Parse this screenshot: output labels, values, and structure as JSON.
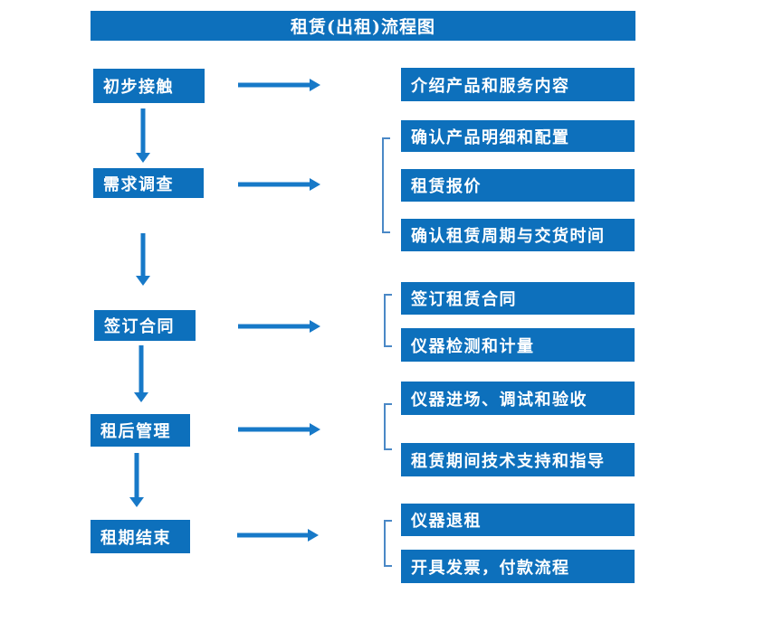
{
  "title": "租赁(出租)流程图",
  "colors": {
    "box": "#0d70bc",
    "arrow": "#1779c8",
    "bracket": "#4a88c6",
    "text": "#ffffff",
    "background": "#ffffff"
  },
  "stages": [
    {
      "label": "初步接触"
    },
    {
      "label": "需求调查"
    },
    {
      "label": "签订合同"
    },
    {
      "label": "租后管理"
    },
    {
      "label": "租期结束"
    }
  ],
  "details": [
    {
      "items": [
        "介绍产品和服务内容"
      ]
    },
    {
      "items": [
        "确认产品明细和配置",
        "租赁报价",
        "确认租赁周期与交货时间"
      ]
    },
    {
      "items": [
        "签订租赁合同",
        "仪器检测和计量"
      ]
    },
    {
      "items": [
        "仪器进场、调试和验收",
        "租赁期间技术支持和指导"
      ]
    },
    {
      "items": [
        "仪器退租",
        "开具发票，付款流程"
      ]
    }
  ]
}
